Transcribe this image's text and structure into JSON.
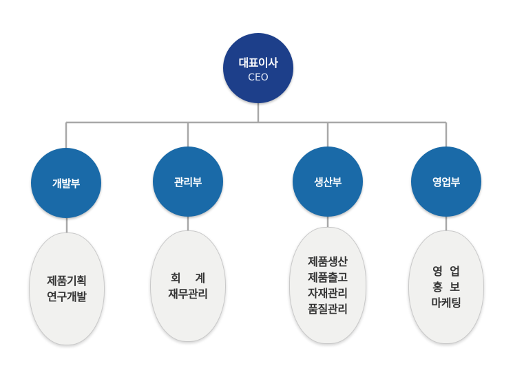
{
  "ceo": {
    "title_ko": "대표이사",
    "title_en": "CEO"
  },
  "departments": [
    {
      "name": "개발부",
      "duties": [
        "제품기획",
        "연구개발"
      ]
    },
    {
      "name": "관리부",
      "duties": [
        "회    계",
        "재무관리"
      ]
    },
    {
      "name": "생산부",
      "duties": [
        "제품생산",
        "제품출고",
        "자재관리",
        "품질관리"
      ]
    },
    {
      "name": "영업부",
      "duties": [
        "영  업",
        "홍  보",
        "마케팅"
      ]
    }
  ],
  "colors": {
    "ceo_circle": "#1d3f8a",
    "dept_circle": "#1a6aa8",
    "connector": "#a8a8a8",
    "duty_fill": "#f1f1ef",
    "duty_border": "#c9c9c9",
    "duty_text": "#333333"
  }
}
